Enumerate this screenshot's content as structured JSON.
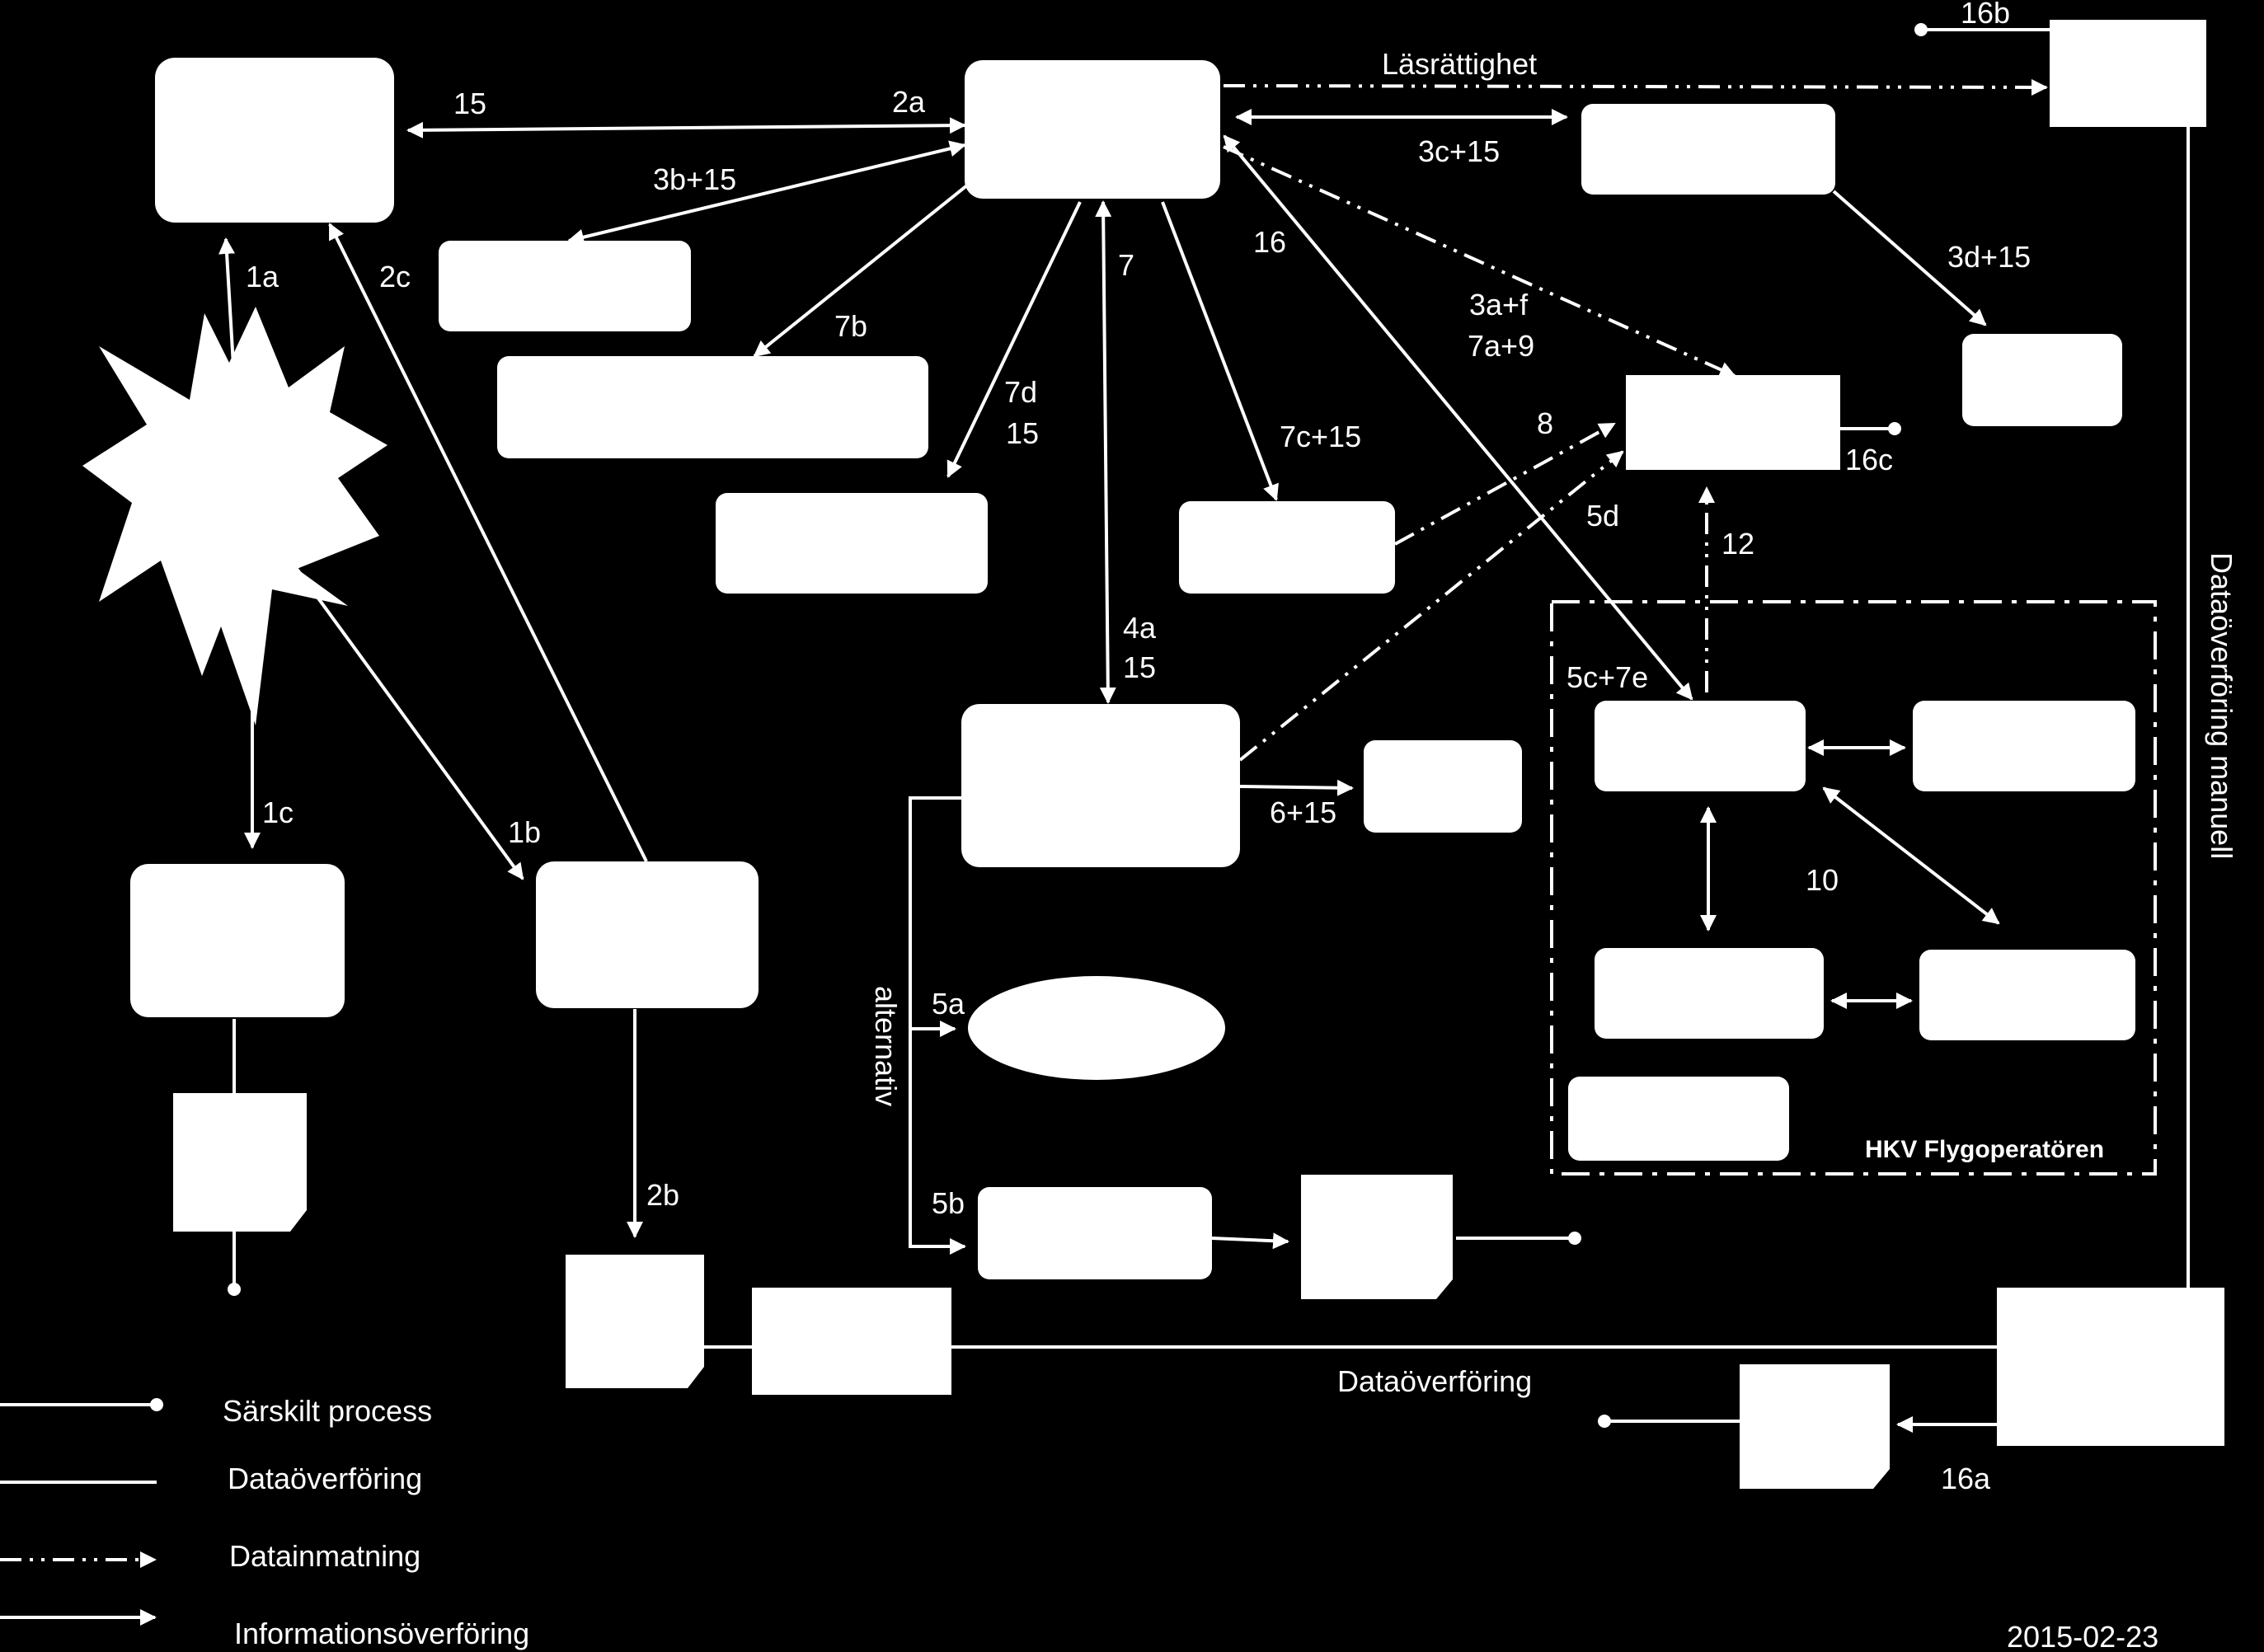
{
  "labels": {
    "l15": "15",
    "l2a": "2a",
    "l3b15": "3b+15",
    "l1a": "1a",
    "l2c": "2c",
    "l7b": "7b",
    "l7": "7",
    "l16": "16",
    "l7d": "7d",
    "l7d15": "15",
    "l7c15": "7c+15",
    "l3c15": "3c+15",
    "l3d15": "3d+15",
    "l3af": "3a+f",
    "l7a9": "7a+9",
    "l8": "8",
    "l5d": "5d",
    "l12": "12",
    "l16b": "16b",
    "l16c": "16c",
    "l4a": "4a",
    "l4a15": "15",
    "l5c7e": "5c+7e",
    "l10": "10",
    "l6_15": "6+15",
    "l1c": "1c",
    "l1b": "1b",
    "l5a": "5a",
    "l5b": "5b",
    "l2b": "2b",
    "l16a": "16a",
    "lasrattighet": "Läsrättighet",
    "alternativ": "alternativ",
    "dataoverforing_manuell": "Dataöverföring manuell",
    "dataoverforing_mid": "Dataöverföring",
    "hkv": "HKV Flygoperatören",
    "date": "2015-02-23"
  },
  "legend": {
    "items": [
      {
        "label": "Särskilt process"
      },
      {
        "label": "Dataöverföring"
      },
      {
        "label": "Datainmatning"
      },
      {
        "label": "Informationsöverföring"
      }
    ]
  },
  "colors": {
    "background": "#000000",
    "foreground": "#ffffff"
  }
}
